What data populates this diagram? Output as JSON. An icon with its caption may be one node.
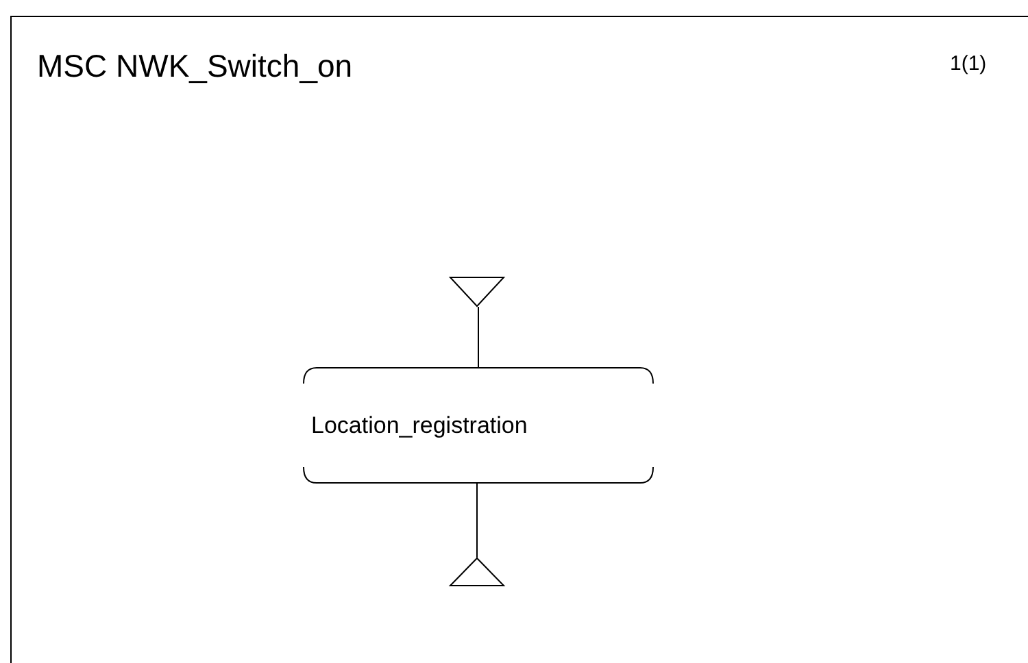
{
  "diagram": {
    "title": "MSC NWK_Switch_on",
    "nodes": [
      {
        "text": [],
        "shape": "triangle"
      },
      {
        "text": [
          "Location_registration"
        ]
      },
      {
        "text": [],
        "shape": "triangle"
      }
    ],
    "edges": [
      {
        "from": 0,
        "to": 1,
        "arrow": "none"
      },
      {
        "from": 1,
        "to": 2,
        "arrow": "none"
      }
    ],
    "labels": [
      "1(1)"
    ]
  }
}
